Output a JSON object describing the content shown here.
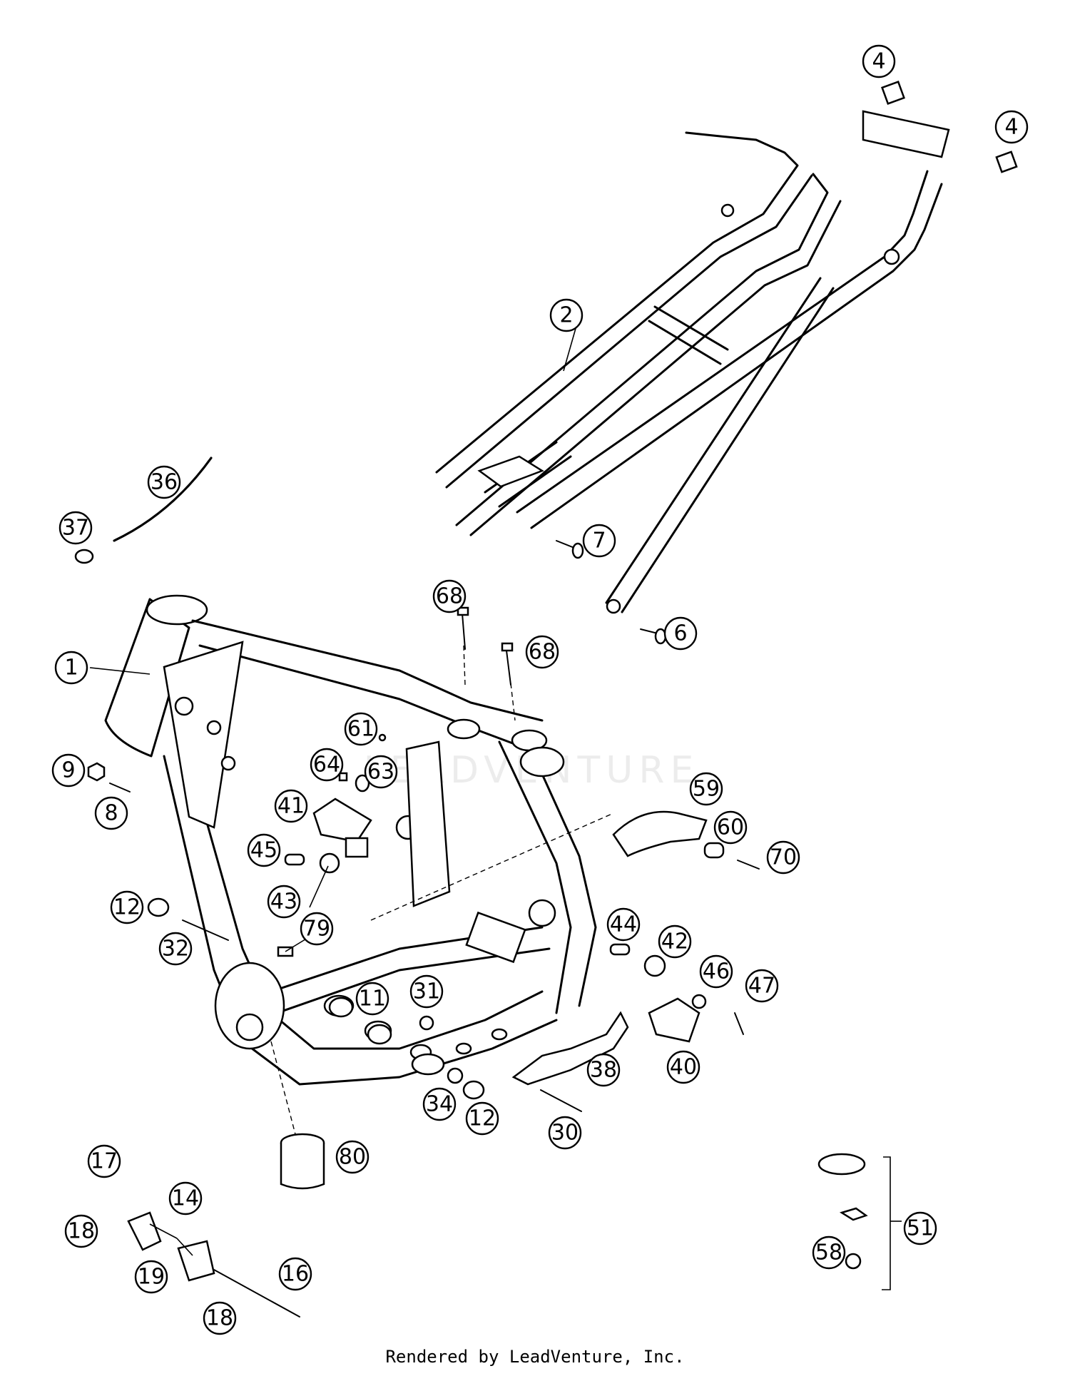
{
  "footer": {
    "text": "Rendered by LeadVenture, Inc."
  },
  "watermark": {
    "text": "LEADVENTURE"
  },
  "callouts": [
    "1",
    "2",
    "4",
    "4",
    "6",
    "7",
    "8",
    "9",
    "11",
    "12",
    "12",
    "14",
    "16",
    "17",
    "18",
    "18",
    "19",
    "30",
    "31",
    "32",
    "34",
    "36",
    "37",
    "38",
    "40",
    "41",
    "42",
    "43",
    "44",
    "45",
    "46",
    "47",
    "51",
    "58",
    "59",
    "60",
    "61",
    "63",
    "64",
    "68",
    "68",
    "70",
    "79",
    "80"
  ]
}
